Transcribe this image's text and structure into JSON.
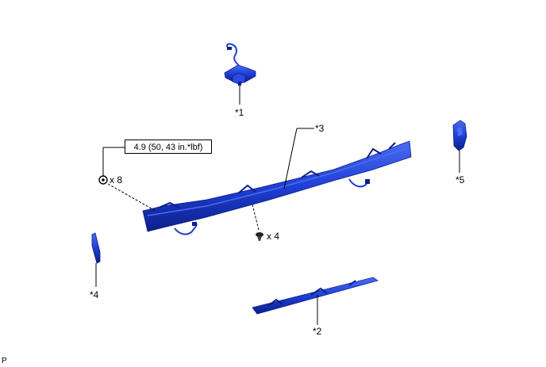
{
  "callouts": {
    "part1": "*1",
    "part2": "*2",
    "part3": "*3",
    "part4": "*4",
    "part5": "*5"
  },
  "torque": "4.9 (50, 43 in.*lbf)",
  "quantities": {
    "nut": "x 8",
    "clip": "x 4"
  },
  "corner_mark": "P",
  "colors": {
    "part_blue": "#1f3fd6",
    "part_dark": "#0c1f8a",
    "part_light": "#4a6cf0"
  }
}
